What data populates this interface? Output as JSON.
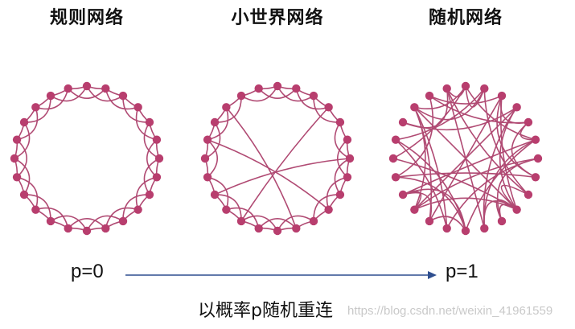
{
  "titles": {
    "regular": "规则网络",
    "small_world": "小世界网络",
    "random": "随机网络"
  },
  "p_start": "p=0",
  "p_end": "p=1",
  "caption": "以概率p随机重连",
  "watermark": "https://blog.csdn.net/weixin_41961559",
  "colors": {
    "node": "#b83e6e",
    "edge": "#b04a73",
    "arrow": "#2f4f8f",
    "text": "#111111"
  },
  "networks": {
    "node_count": 24
  }
}
